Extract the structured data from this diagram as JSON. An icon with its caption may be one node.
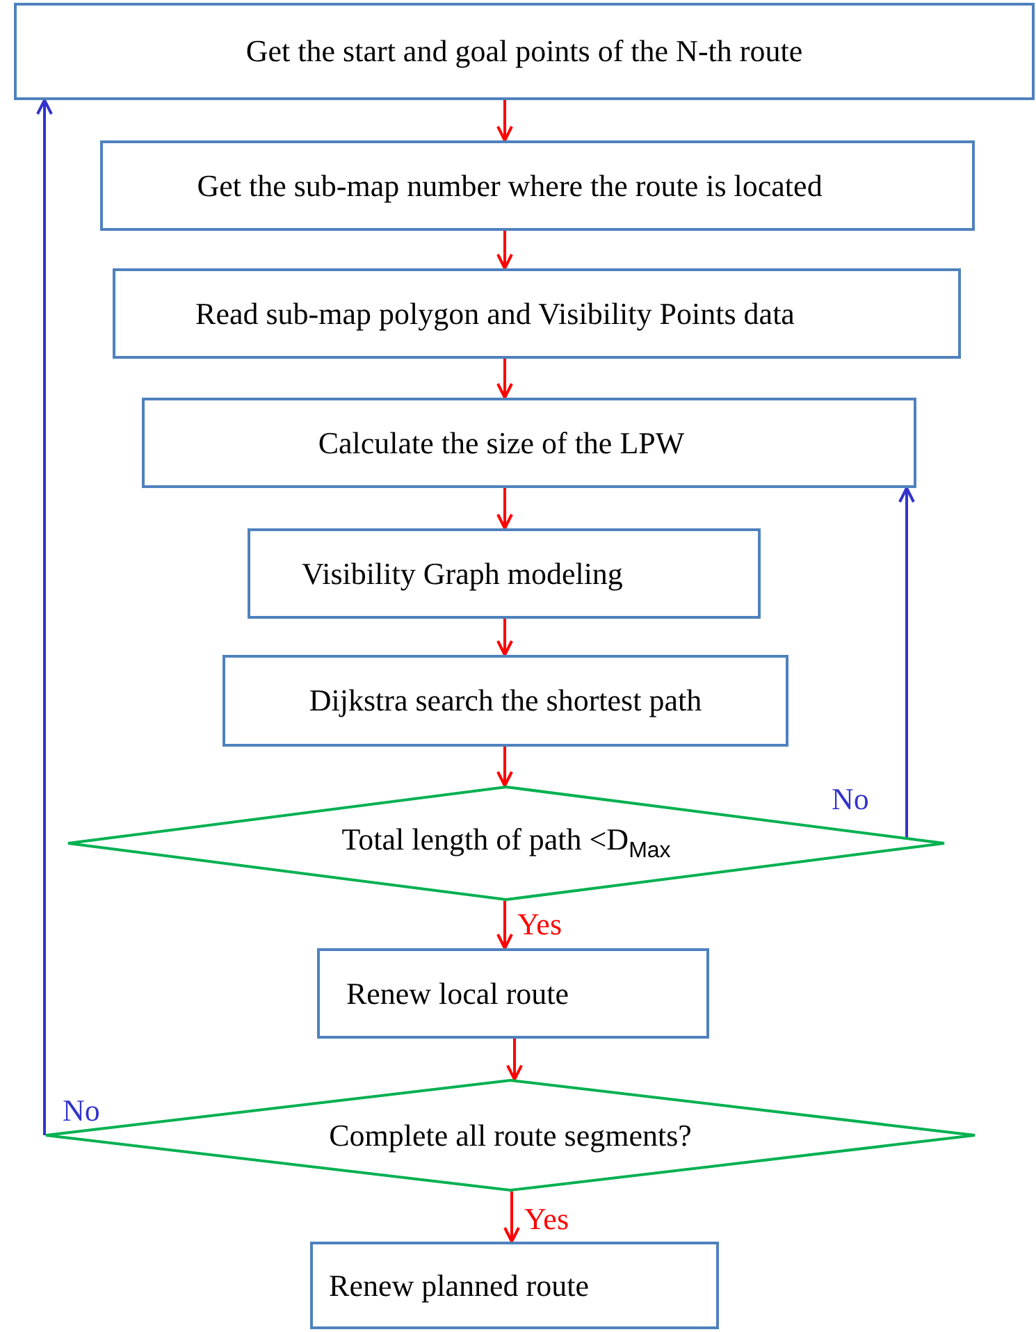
{
  "diagram": {
    "nodes": [
      {
        "text": [
          "Get the start and goal points of the N-th route"
        ]
      },
      {
        "text": [
          "Get the sub-map number where the route is located"
        ]
      },
      {
        "text": [
          "Read sub-map polygon and Visibility Points data"
        ]
      },
      {
        "text": [
          "Calculate the size of the LPW"
        ]
      },
      {
        "text": [
          "Visibility Graph modeling"
        ]
      },
      {
        "text": [
          "Dijkstra search the shortest path"
        ]
      },
      {
        "text": [
          "Total length of path <D$_{Max}$"
        ]
      },
      {
        "text": [
          "Renew local route"
        ]
      },
      {
        "text": [
          "Complete all route segments?"
        ]
      },
      {
        "text": [
          "Renew planned route"
        ]
      }
    ],
    "edges": [
      {
        "from": 0,
        "to": 1,
        "arrow": "to"
      },
      {
        "from": 1,
        "to": 2,
        "arrow": "to"
      },
      {
        "from": 2,
        "to": 3,
        "arrow": "to"
      },
      {
        "from": 3,
        "to": 4,
        "arrow": "to"
      },
      {
        "from": 4,
        "to": 5,
        "arrow": "to"
      },
      {
        "from": 5,
        "to": 6,
        "arrow": "to"
      },
      {
        "from": 6,
        "to": 7,
        "arrow": "to",
        "label": "Yes"
      },
      {
        "from": 6,
        "to": 3,
        "arrow": "to",
        "label": "No",
        "color": "#3333cc"
      },
      {
        "from": 7,
        "to": 8,
        "arrow": "to"
      },
      {
        "from": 8,
        "to": 9,
        "arrow": "to",
        "label": "Yes"
      },
      {
        "from": 8,
        "to": 0,
        "arrow": "to",
        "label": "No",
        "color": "#3333cc"
      }
    ]
  }
}
